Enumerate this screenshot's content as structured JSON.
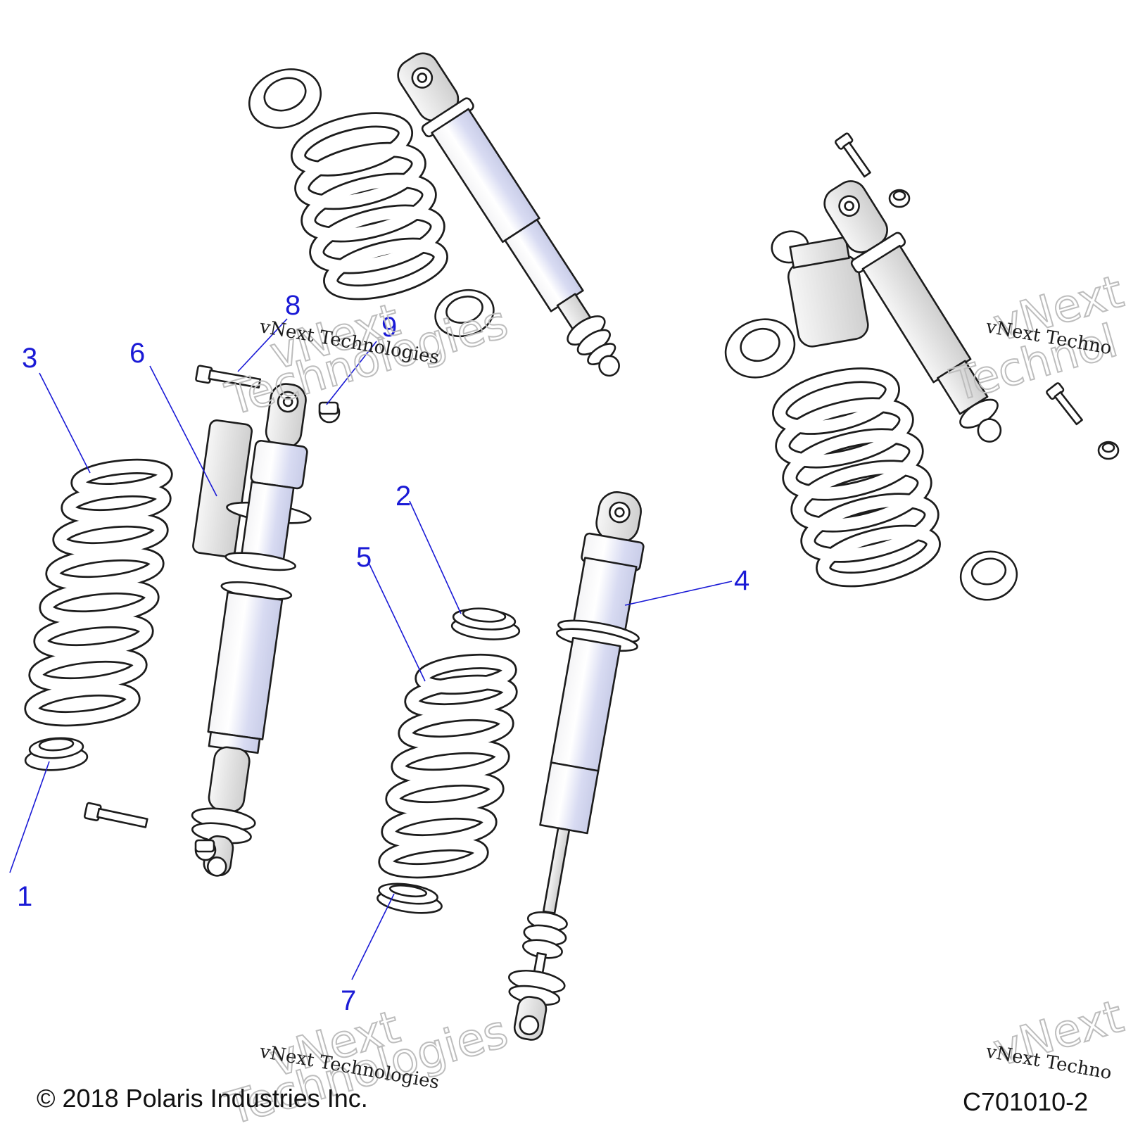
{
  "callouts": [
    {
      "id": "1",
      "label": "1"
    },
    {
      "id": "2",
      "label": "2"
    },
    {
      "id": "3",
      "label": "3"
    },
    {
      "id": "4",
      "label": "4"
    },
    {
      "id": "5",
      "label": "5"
    },
    {
      "id": "6",
      "label": "6"
    },
    {
      "id": "7",
      "label": "7"
    },
    {
      "id": "8",
      "label": "8"
    },
    {
      "id": "9",
      "label": "9"
    }
  ],
  "watermark": {
    "line": "vNext Technologies",
    "big_top": "vNext",
    "big_bottom": "Technologies",
    "line_cut": "vNext Techno",
    "big_bottom_cut": "Technol",
    "big_top_cut": "vNext"
  },
  "footer": {
    "copyright": "© 2018 Polaris Industries Inc.",
    "diagram_code": "C701010-2"
  },
  "colors": {
    "callout": "#1a1ad6",
    "line_art": "#1c1c1c",
    "shock_tint": "#dcdff4"
  }
}
